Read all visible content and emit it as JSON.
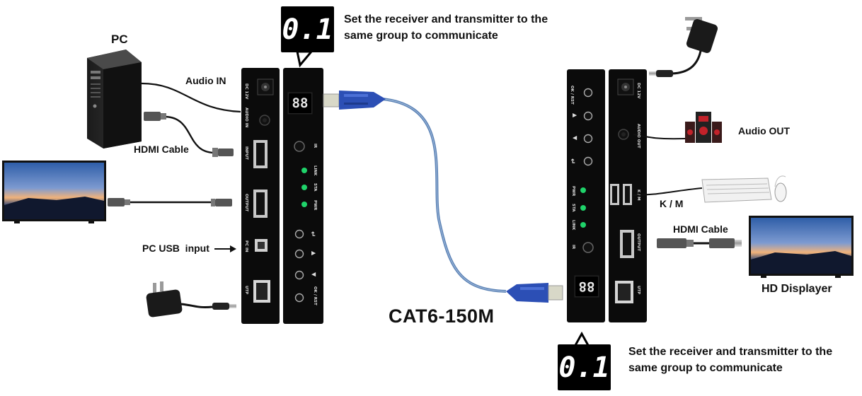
{
  "labels": {
    "pc": "PC",
    "audio_in": "Audio IN",
    "hdmi_cable_left": "HDMI Cable",
    "pc_usb_input": "PC USB  input",
    "cat6": "CAT6-150M",
    "audio_out": "Audio OUT",
    "km": "K / M",
    "hdmi_cable_right": "HDMI Cable",
    "hd_displayer": "HD Displayer"
  },
  "notes": {
    "top_line1": "Set the receiver and transmitter to the",
    "top_line2": "same group to communicate",
    "bottom_line1": "Set the receiver and transmitter to the",
    "bottom_line2": "same group to communicate"
  },
  "displays": {
    "group_code": "0.1",
    "panel_code": "88"
  },
  "transmitter": {
    "rear": {
      "dc": "DC 12V",
      "audio": "AUDIO IN",
      "input": "INPUT",
      "output": "OUTPUT",
      "pcin": "PC IN",
      "utp": "UTP"
    },
    "front": {
      "ir": "IR",
      "link": "LINK",
      "sta": "STA",
      "pwr": "PWR",
      "back": "↵",
      "up": "▲",
      "down": "▼",
      "okrst": "OK / RST"
    }
  },
  "receiver": {
    "front": {
      "okrst": "OK / RST",
      "up": "▲",
      "down": "▼",
      "back": "↵",
      "pwr": "PWR",
      "sta": "STA",
      "link": "LINK",
      "ir": "IR"
    },
    "rear": {
      "dc": "DC 12V",
      "audio": "AUDIO OUT",
      "km": "K / M",
      "output": "OUTPUT",
      "utp": "UTP"
    }
  },
  "colors": {
    "cable_blue": "#4b7ab0",
    "connector_blue": "#2c4fb5",
    "led_green": "#1fd36a",
    "panel_black": "#0b0b0b"
  }
}
